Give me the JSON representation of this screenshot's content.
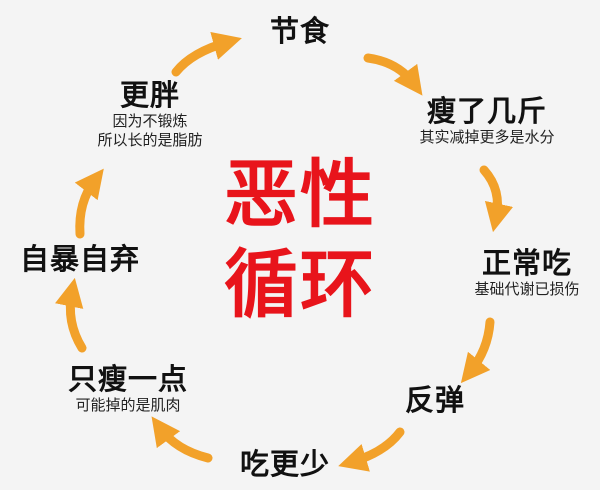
{
  "center": {
    "line1": "恶性",
    "line2": "循环"
  },
  "nodes": [
    {
      "id": "jieshi",
      "title": "节食"
    },
    {
      "id": "shouleji",
      "title": "瘦了几斤",
      "sub": "其实减掉更多是水分"
    },
    {
      "id": "zhengchangchi",
      "title": "正常吃",
      "sub": "基础代谢已损伤"
    },
    {
      "id": "fantan",
      "title": "反弹"
    },
    {
      "id": "chigengshao",
      "title": "吃更少"
    },
    {
      "id": "zhishouyidian",
      "title": "只瘦一点",
      "sub": "可能掉的是肌肉"
    },
    {
      "id": "zibaoziqi",
      "title": "自暴自弃"
    },
    {
      "id": "gengpang",
      "title": "更胖",
      "sub1": "因为不锻炼",
      "sub2": "所以长的是脂肪"
    }
  ],
  "colors": {
    "arrow": "#f2a12a",
    "center": "#e8141b",
    "text": "#111111",
    "background": "#f4f4f4"
  }
}
